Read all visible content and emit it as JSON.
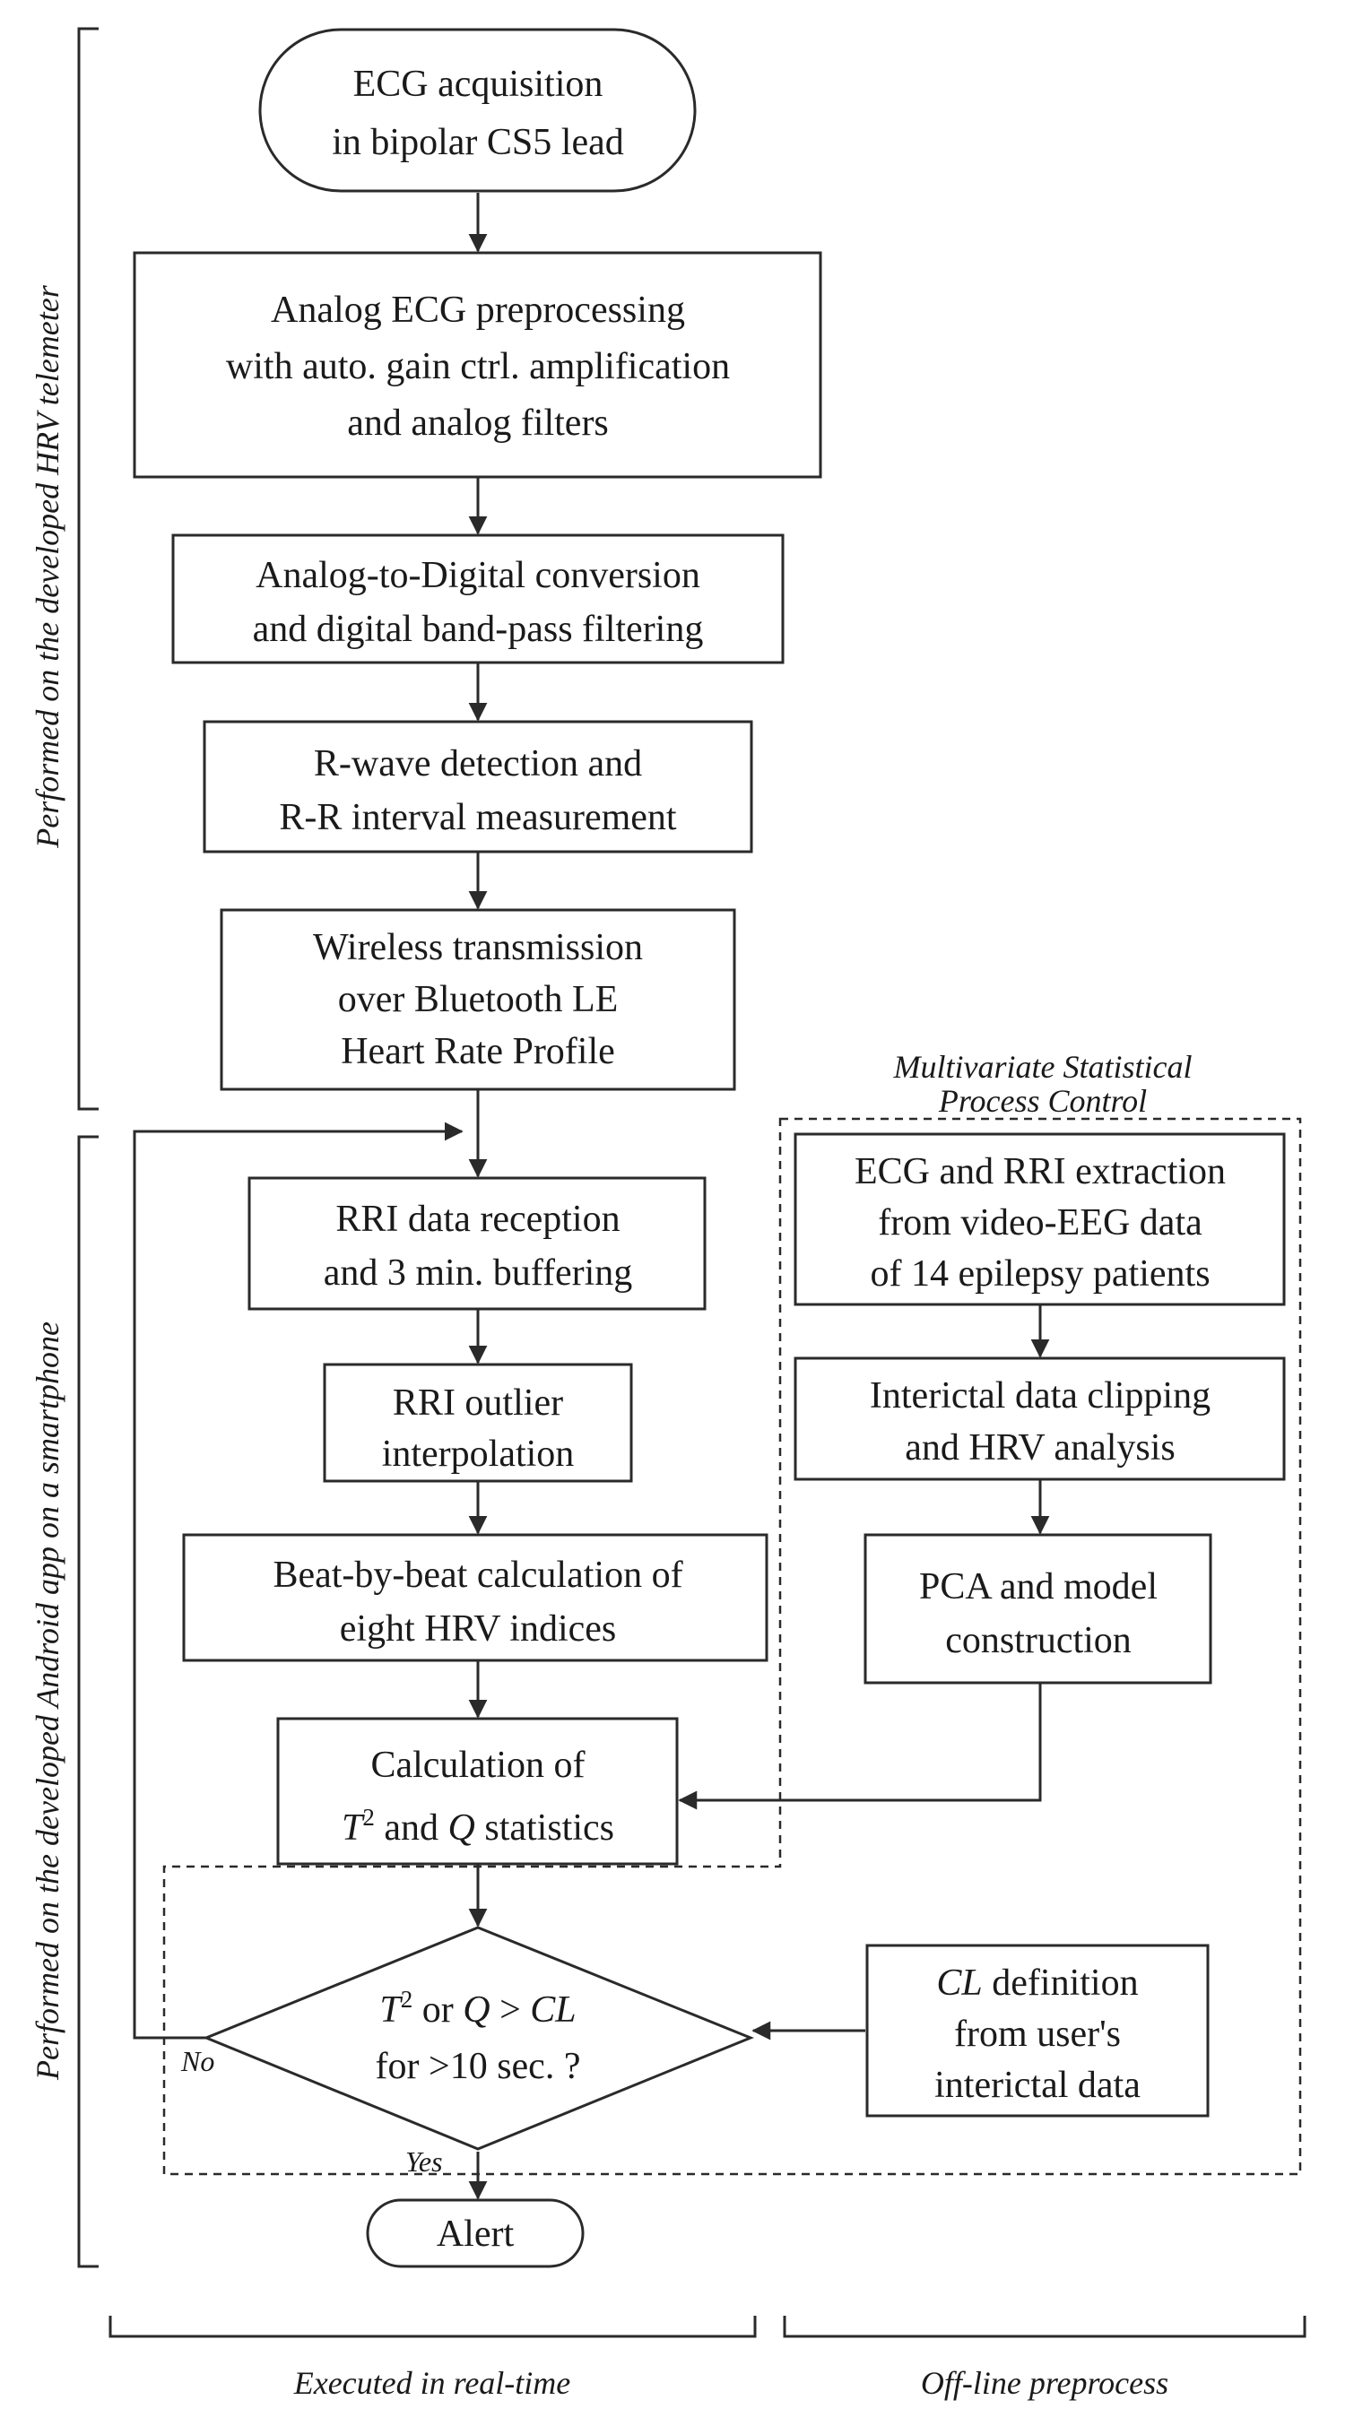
{
  "nodes": {
    "ecg_acquisition": [
      "ECG acquisition",
      "in bipolar CS5 lead"
    ],
    "analog_preprocessing": [
      "Analog ECG preprocessing",
      "with auto. gain ctrl. amplification",
      "and analog filters"
    ],
    "adc": [
      "Analog-to-Digital conversion",
      "and digital band-pass filtering"
    ],
    "rwave": [
      "R-wave detection and",
      "R-R interval measurement"
    ],
    "wireless": [
      "Wireless transmission",
      "over Bluetooth LE",
      "Heart Rate Profile"
    ],
    "rri_reception": [
      "RRI data reception",
      "and 3 min. buffering"
    ],
    "rri_outlier": [
      "RRI outlier",
      "interpolation"
    ],
    "beat_calc": [
      "Beat-by-beat calculation of",
      "eight HRV indices"
    ],
    "stat_calc": {
      "line1": "Calculation of",
      "t": "T",
      "sup": "2",
      "and": " and ",
      "q": "Q",
      "rest": " statistics"
    },
    "decision": {
      "t": "T",
      "sup": "2",
      "or": " or ",
      "q": "Q",
      "gt": " > ",
      "cl": "CL",
      "line2": "for >10 sec. ?"
    },
    "alert": "Alert",
    "ecg_rri_extraction": [
      "ECG and RRI extraction",
      "from video-EEG data",
      "of 14 epilepsy patients"
    ],
    "interictal_clipping": [
      "Interictal data clipping",
      "and HRV analysis"
    ],
    "pca": [
      "PCA and model",
      "construction"
    ],
    "cl_definition": {
      "cl": "CL",
      "line1_rest": " definition",
      "line2": "from user's",
      "line3": "interictal data"
    }
  },
  "labels": {
    "no": "No",
    "yes": "Yes",
    "mspc": [
      "Multivariate Statistical",
      "Process Control"
    ],
    "side_top": "Performed on the developed HRV telemeter",
    "side_bottom": "Performed on the developed Android app on a smartphone",
    "bottom_left": "Executed in real-time",
    "bottom_right": "Off-line preprocess"
  }
}
